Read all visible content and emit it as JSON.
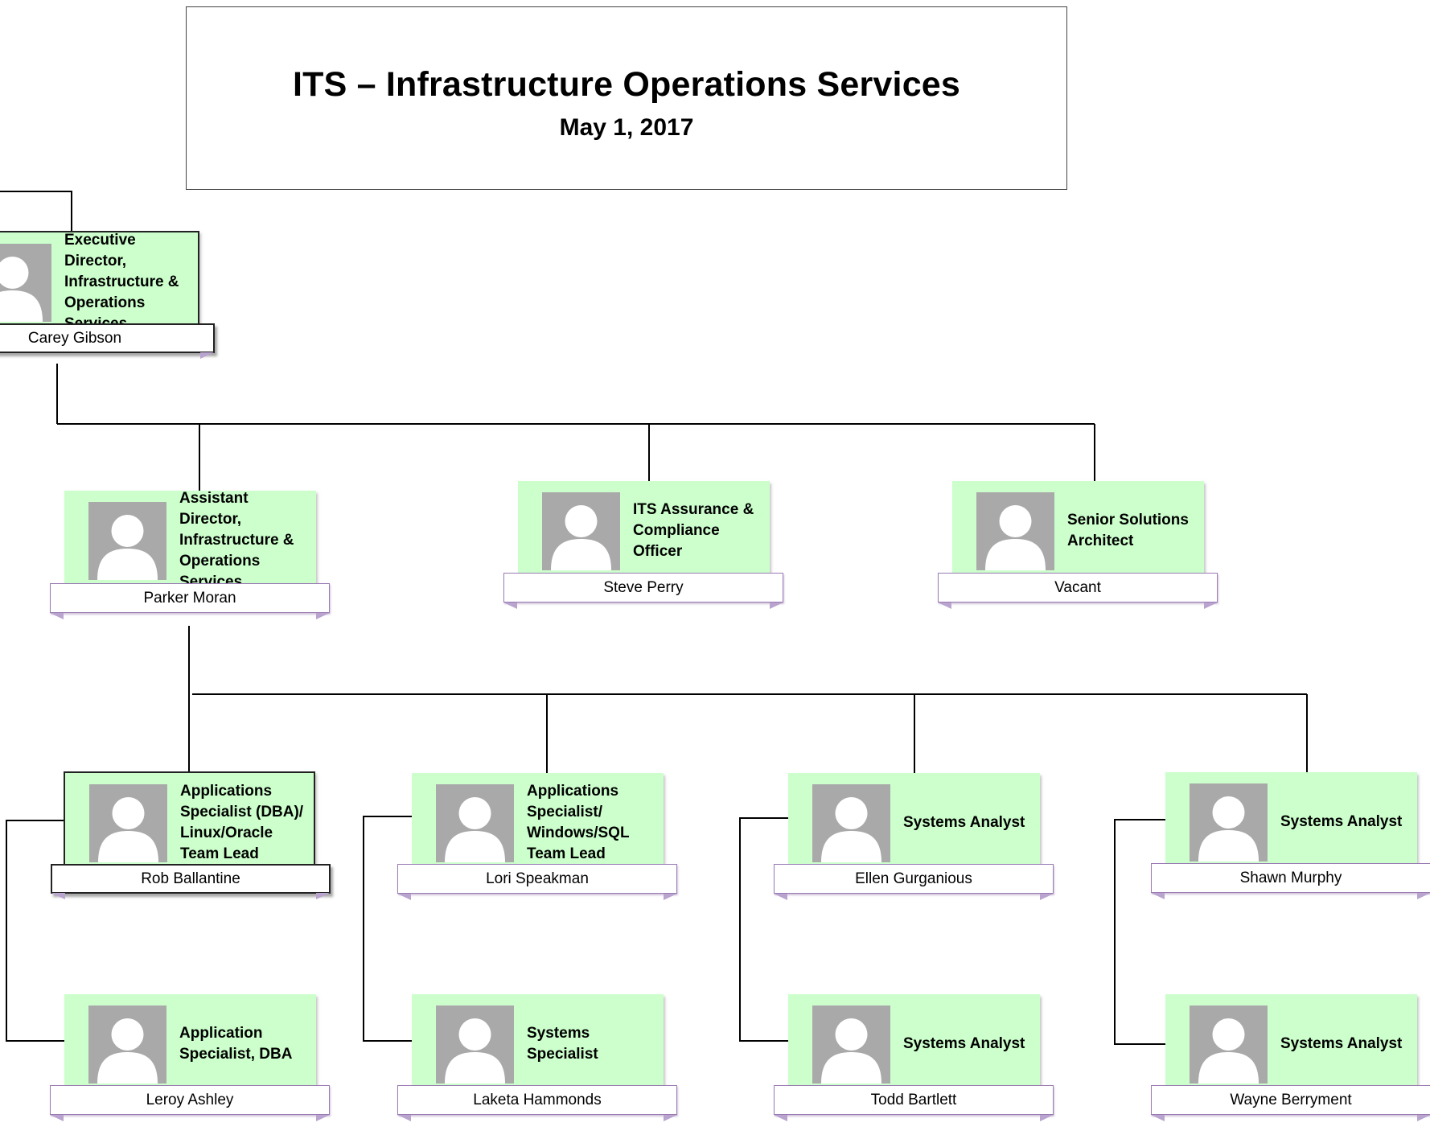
{
  "header": {
    "title": "ITS – Infrastructure Operations Services",
    "date": "May 1, 2017"
  },
  "colors": {
    "card_fill": "#ccffcc",
    "name_bar_border": "#9a7bb3",
    "photo_placeholder": "#a9a9a9",
    "connector": "#000000"
  },
  "people": {
    "executive_director": {
      "title": "Executive Director, Infrastructure & Operations Services",
      "name": "Carey Gibson"
    },
    "assistant_director": {
      "title": "Assistant Director, Infrastructure & Operations Services",
      "name": "Parker Moran"
    },
    "assurance_officer": {
      "title": "ITS Assurance & Compliance Officer",
      "name": "Steve Perry"
    },
    "solutions_architect": {
      "title": "Senior Solutions Architect",
      "name": "Vacant"
    },
    "dba_team_lead": {
      "title": "Applications Specialist (DBA)/ Linux/Oracle Team Lead",
      "name": "Rob Ballantine"
    },
    "windows_team_lead": {
      "title": "Applications Specialist/ Windows/SQL Team Lead",
      "name": "Lori Speakman"
    },
    "systems_analyst_1": {
      "title": "Systems Analyst",
      "name": "Ellen Gurganious"
    },
    "systems_analyst_2": {
      "title": "Systems Analyst",
      "name": "Shawn Murphy"
    },
    "application_specialist_dba": {
      "title": "Application Specialist, DBA",
      "name": "Leroy Ashley"
    },
    "systems_specialist": {
      "title": "Systems Specialist",
      "name": "Laketa Hammonds"
    },
    "systems_analyst_3": {
      "title": "Systems Analyst",
      "name": "Todd Bartlett"
    },
    "systems_analyst_4": {
      "title": "Systems Analyst",
      "name": "Wayne Berryment"
    }
  }
}
